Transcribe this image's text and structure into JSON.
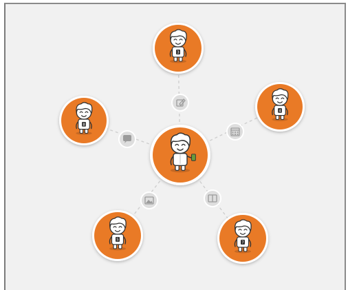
{
  "colors": {
    "node_fill": "#e97a27",
    "node_ring": "#ffffff",
    "connector": "#cfcfcf",
    "icon_circle": "#dedede",
    "icon_glyph": "#9b9b9b",
    "background": "#f1f1f1"
  },
  "center": {
    "name": "central-character",
    "badge": ""
  },
  "nodes": [
    {
      "name": "top-character",
      "badge": "3",
      "icon": "edit-icon"
    },
    {
      "name": "left-character",
      "badge": "8",
      "icon": "comment-icon"
    },
    {
      "name": "right-character",
      "badge": "4",
      "icon": "calendar-icon"
    },
    {
      "name": "bottom-left-character",
      "badge": "5",
      "icon": "image-icon"
    },
    {
      "name": "bottom-right-character",
      "badge": "7",
      "icon": "book-icon"
    }
  ]
}
